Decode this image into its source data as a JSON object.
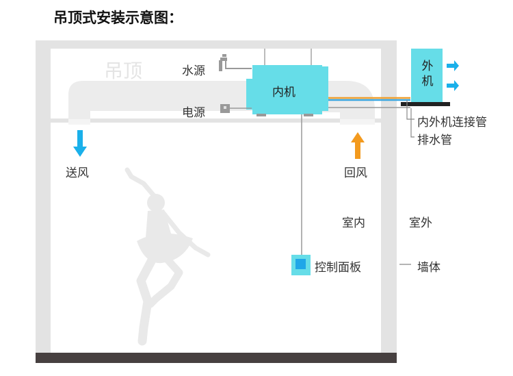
{
  "title": "吊顶式安装示意图：",
  "labels": {
    "ceiling": "吊顶",
    "water": "水源",
    "power": "电源",
    "indoor_unit": "内机",
    "outdoor_unit": "外机",
    "connect_pipe": "内外机连接管",
    "drain_pipe": "排水管",
    "supply_air": "送风",
    "return_air": "回风",
    "indoor": "室内",
    "outdoor": "室外",
    "control_panel": "控制面板",
    "wall": "墙体"
  },
  "colors": {
    "unit": "#66dde8",
    "panel_inner": "#1fa7e8",
    "supply_arrow": "#1ab0ea",
    "return_arrow": "#f39a1e",
    "pipe_orange": "#f0a030",
    "pipe_blue": "#3aa6e0",
    "wall": "#e3e3e3",
    "floor": "#474040",
    "dancer": "#e9e9e9"
  },
  "icons": [
    "water-tap-icon",
    "power-socket-icon",
    "blowing-arrow-icon",
    "dancer-silhouette"
  ]
}
